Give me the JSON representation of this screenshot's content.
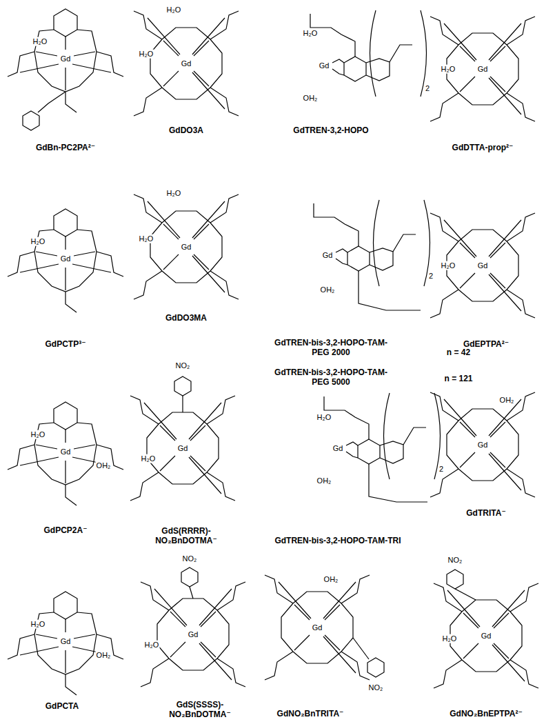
{
  "diagram": {
    "labels": [
      "H₂O",
      "Gd",
      "GdBn-PC2PA²⁻",
      "H₂O",
      "H₂O",
      "Gd",
      "GdDO3A",
      "H₂O",
      "Gd",
      "OH₂",
      "2",
      "GdTREN-3,2-HOPO",
      "H₂O",
      "Gd",
      "GdDTTA-prop²⁻",
      "H₂O",
      "Gd",
      "GdPCTP³⁻",
      "H₂O",
      "H₂O",
      "Gd",
      "GdDO3MA",
      "Gd",
      "OH₂",
      "2",
      "GdTREN-bis-3,2-HOPO-TAM-PEG 2000",
      "n = 42",
      "GdTREN-bis-3,2-HOPO-TAM-PEG 5000",
      "n = 121",
      "H₂O",
      "Gd",
      "GdEPTPA²⁻",
      "H₂O",
      "Gd",
      "OH₂",
      "GdPCP2A⁻",
      "NO₂",
      "H₂O",
      "Gd",
      "GdS(RRRR)-NO₂BnDOTMA⁻",
      "H₂O",
      "Gd",
      "OH₂",
      "2",
      "GdTREN-bis-3,2-HOPO-TAM-TRI",
      "OH₂",
      "Gd",
      "GdTRITA⁻",
      "H₂O",
      "Gd",
      "OH₂",
      "GdPCTA",
      "NO₂",
      "H₂O",
      "Gd",
      "GdS(SSSS)-NO₂BnDOTMA⁻",
      "OH₂",
      "Gd",
      "NO₂",
      "GdNO₂BnTRITA⁻",
      "NO₂",
      "H₂O",
      "Gd",
      "GdNO₂BnEPTPA²⁻"
    ]
  }
}
